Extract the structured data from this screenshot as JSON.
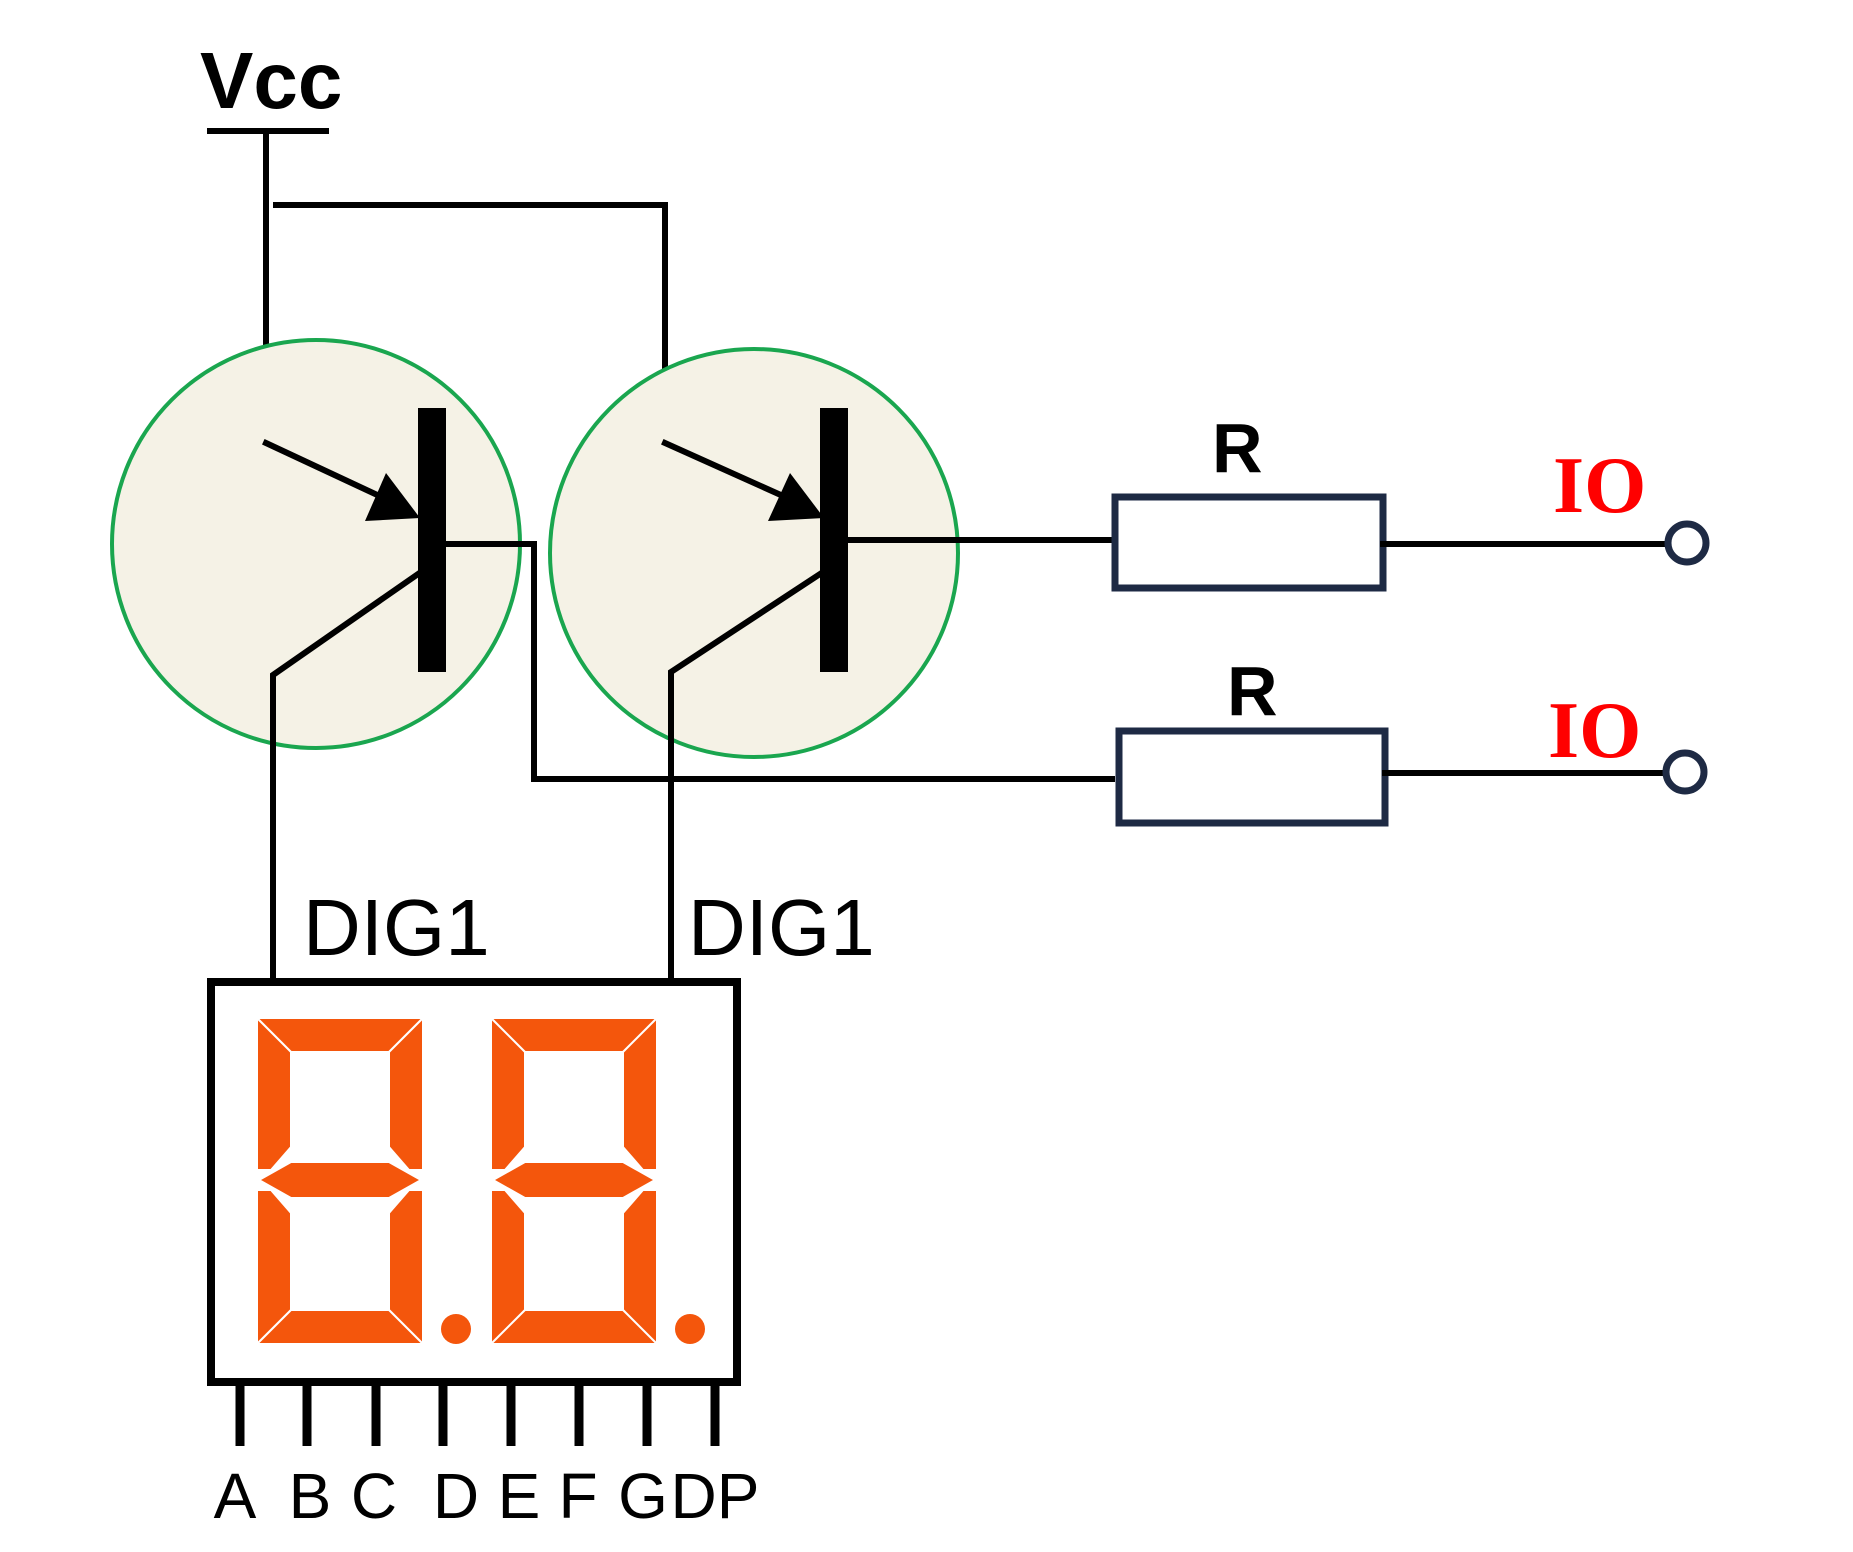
{
  "supply": {
    "label": "Vcc"
  },
  "resistors": [
    {
      "label": "R"
    },
    {
      "label": "R"
    }
  ],
  "io_ports": [
    {
      "label": "IO"
    },
    {
      "label": "IO"
    }
  ],
  "digit_labels": [
    "DIG1",
    "DIG1"
  ],
  "pins": [
    "A",
    "B",
    "C",
    "D",
    "E",
    "F",
    "G",
    "DP"
  ],
  "colors": {
    "wire": "#000000",
    "transistor_circle_fill": "#f5f2e6",
    "transistor_circle_stroke": "#1aa64f",
    "segment": "#f4560c",
    "io_label": "#ff0000",
    "resistor_outline": "#1e2a44",
    "terminal": "#1e2a44"
  }
}
